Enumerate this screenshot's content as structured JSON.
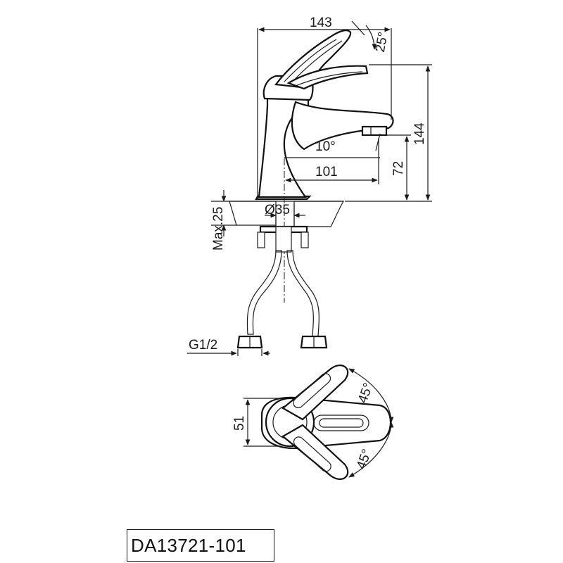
{
  "dimensions": {
    "total_length": "143",
    "lever_angle": "25°",
    "spout_angle": "10°",
    "spout_reach": "101",
    "total_height": "144",
    "spout_height": "72",
    "mount_hole": "Ø35",
    "max_thickness": "Max.25",
    "thread": "G1/2",
    "top_width": "51",
    "rotation_up": "45°",
    "rotation_down": "45°"
  },
  "model": {
    "code": "DA13721-101"
  }
}
